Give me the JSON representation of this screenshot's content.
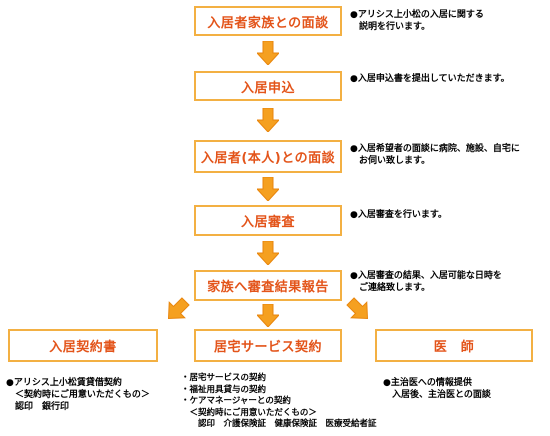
{
  "steps": [
    {
      "label": "入居者家族との面談",
      "note": [
        "●アリシス上小松の入居に関する",
        "　説明を行います。"
      ]
    },
    {
      "label": "入居申込",
      "note": [
        "●入居申込書を提出していただきます。"
      ]
    },
    {
      "label": "入居者(本人)との面談",
      "note": [
        "●入居希望者の面談に病院、施設、自宅に",
        "　お伺い致します。"
      ]
    },
    {
      "label": "入居審査",
      "note": [
        "●入居審査を行います。"
      ]
    },
    {
      "label": "家族へ審査結果報告",
      "note": [
        "●入居審査の結果、入居可能な日時を",
        "　ご連絡致します。"
      ]
    }
  ],
  "branches": [
    {
      "label": "入居契約書",
      "note": [
        "●アリシス上小松賃貸借契約",
        "　＜契約時にご用意いただくもの＞",
        "　認印　銀行印"
      ]
    },
    {
      "label": "居宅サービス契約",
      "note": [
        "・居宅サービスの契約",
        "・福祉用具貸与の契約",
        "・ケアマネージャーとの契約",
        "　＜契約時にご用意いただくもの＞",
        "　　認印　介護保険証　健康保険証　医療受給者証"
      ]
    },
    {
      "label": "医　師",
      "note": [
        "●主治医への情報提供",
        "　入居後、主治医との面談"
      ]
    }
  ],
  "colors": {
    "border": "#f3b043",
    "text": "#e3541a",
    "arrow": "#f5a020",
    "arrow_edge": "#e8850c"
  }
}
